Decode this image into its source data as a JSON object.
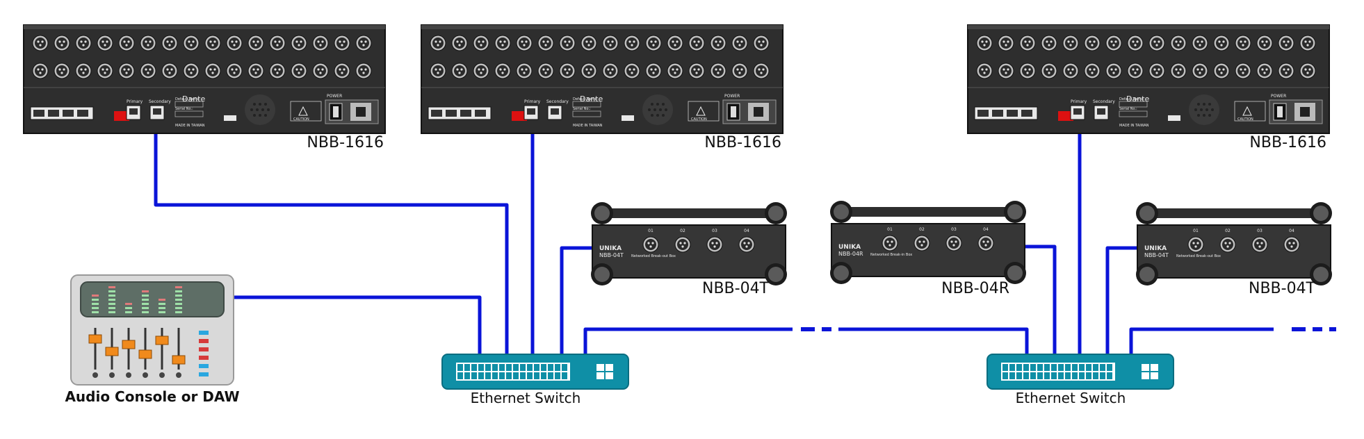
{
  "rack_units": [
    {
      "label": "NBB-1616"
    },
    {
      "label": "NBB-1616"
    },
    {
      "label": "NBB-1616"
    }
  ],
  "breakout_boxes": [
    {
      "label": "NBB-04T",
      "brand": "UNIKA",
      "model": "NBB-04T",
      "desc": "Networked Break-out Box",
      "ports": [
        "01",
        "02",
        "03",
        "04"
      ]
    },
    {
      "label": "NBB-04R",
      "brand": "UNIKA",
      "model": "NBB-04R",
      "desc": "Networked Break-in Box",
      "ports": [
        "01",
        "02",
        "03",
        "04"
      ]
    },
    {
      "label": "NBB-04T",
      "brand": "UNIKA",
      "model": "NBB-04T",
      "desc": "Networked Break-out Box",
      "ports": [
        "01",
        "02",
        "03",
        "04"
      ]
    }
  ],
  "switches": [
    {
      "label": "Ethernet Switch"
    },
    {
      "label": "Ethernet Switch"
    }
  ],
  "console": {
    "label": "Audio Console or DAW"
  },
  "rack_panel": {
    "dante": "Dante",
    "primary": "Primary",
    "secondary": "Secondary",
    "power": "POWER",
    "caution": "CAUTION",
    "made_in": "MADE IN TAIWAN",
    "device_name": "Default Name:",
    "serial": "Serial No.:"
  },
  "colors": {
    "cable": "#0a14d8",
    "rack_body": "#2e2e2e",
    "switch_body": "#0f8fa6",
    "console_body": "#d9d9d9",
    "fader_knob": "#f08a1c"
  }
}
